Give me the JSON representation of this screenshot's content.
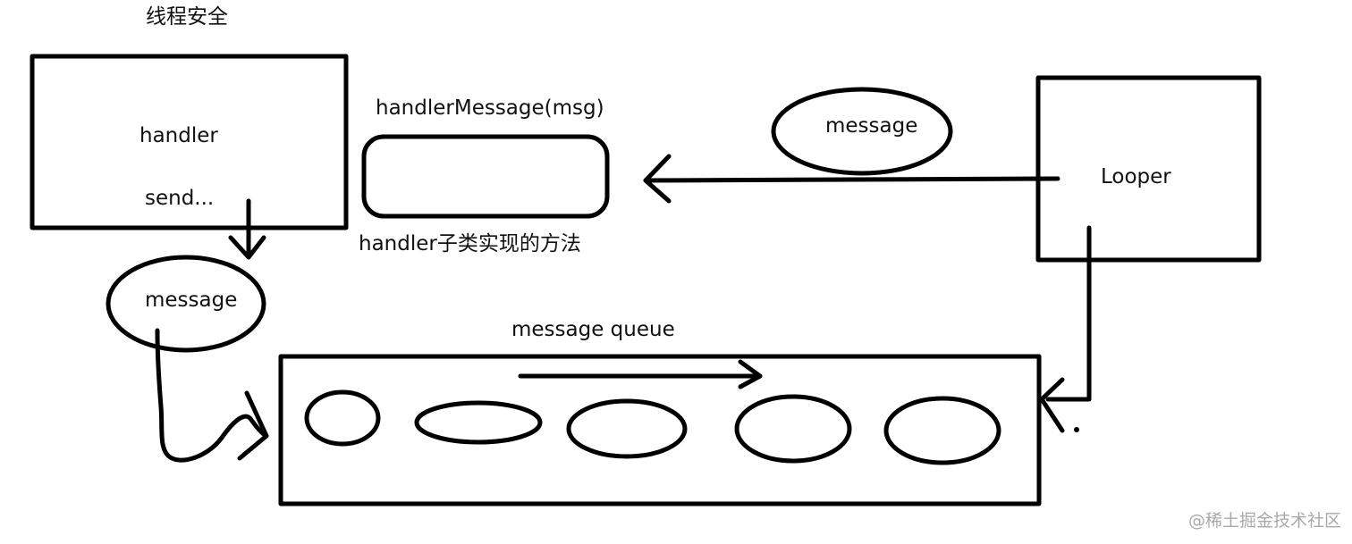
{
  "labels": {
    "thread_safe": "线程安全",
    "handler": "handler",
    "send": "send...",
    "handler_message": "handlerMessage(msg)",
    "subclass_method": "handler子类实现的方法",
    "message_top": "message",
    "looper": "Looper",
    "message_left": "message",
    "message_queue": "message queue"
  },
  "watermark": "@稀土掘金技术社区",
  "colors": {
    "stroke": "#000000",
    "text": "#111111",
    "watermark": "#a9a9a9",
    "background": "#ffffff"
  }
}
